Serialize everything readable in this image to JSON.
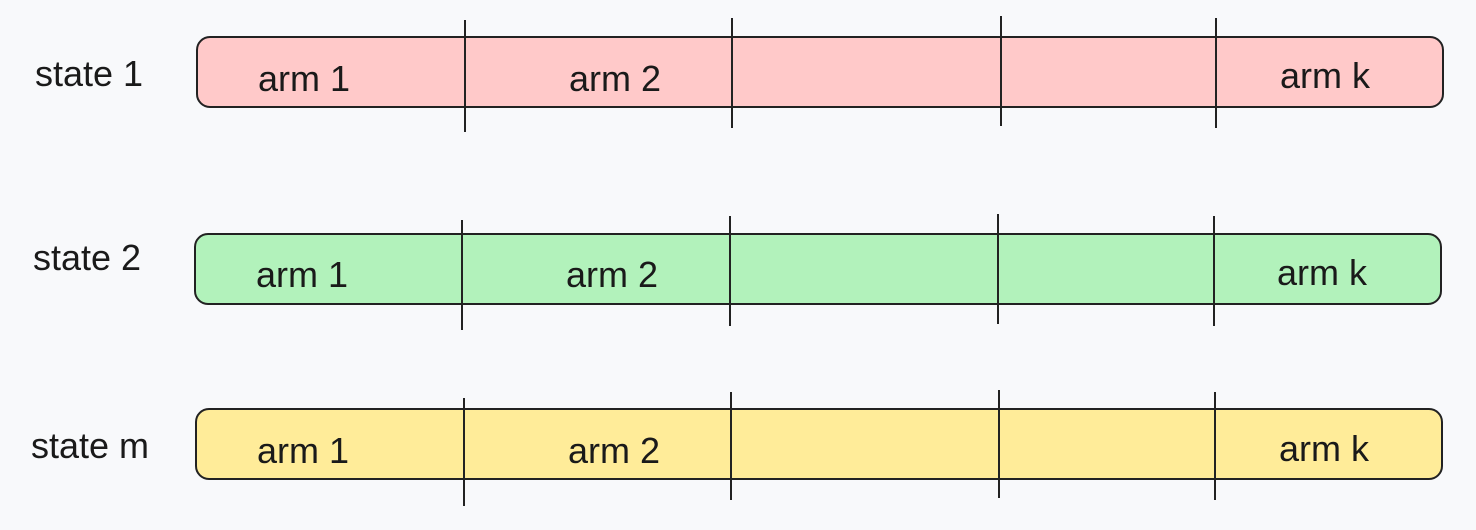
{
  "colors": {
    "background": "#f8f9fb",
    "row_1_fill": "#ffc9c9",
    "row_2_fill": "#b2f2bb",
    "row_3_fill": "#ffec99",
    "stroke": "#222222"
  },
  "rows": [
    {
      "state": "state 1",
      "arms": [
        "arm 1",
        "arm 2",
        "",
        "",
        "arm k"
      ]
    },
    {
      "state": "state 2",
      "arms": [
        "arm 1",
        "arm 2",
        "",
        "",
        "arm k"
      ]
    },
    {
      "state": "state m",
      "arms": [
        "arm 1",
        "arm 2",
        "",
        "",
        "arm k"
      ]
    }
  ]
}
